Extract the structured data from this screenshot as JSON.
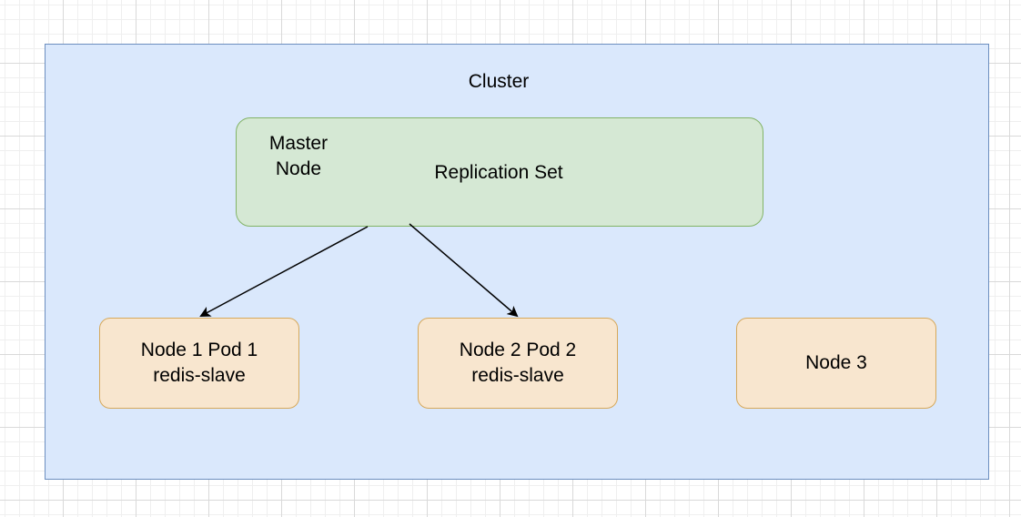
{
  "cluster": {
    "title": "Cluster"
  },
  "master": {
    "label_line1": "Master",
    "label_line2": "Node",
    "replication_label": "Replication Set"
  },
  "nodes": [
    {
      "line1": "Node 1 Pod 1",
      "line2": "redis-slave"
    },
    {
      "line1": "Node 2 Pod 2",
      "line2": "redis-slave"
    },
    {
      "line1": "Node 3"
    }
  ],
  "colors": {
    "cluster_fill": "#dae8fc",
    "cluster_stroke": "#6c8ebf",
    "master_fill": "#d5e8d4",
    "master_stroke": "#82b366",
    "node_fill": "#f8e6cf",
    "node_stroke": "#d6a85a",
    "arrow": "#000000"
  }
}
